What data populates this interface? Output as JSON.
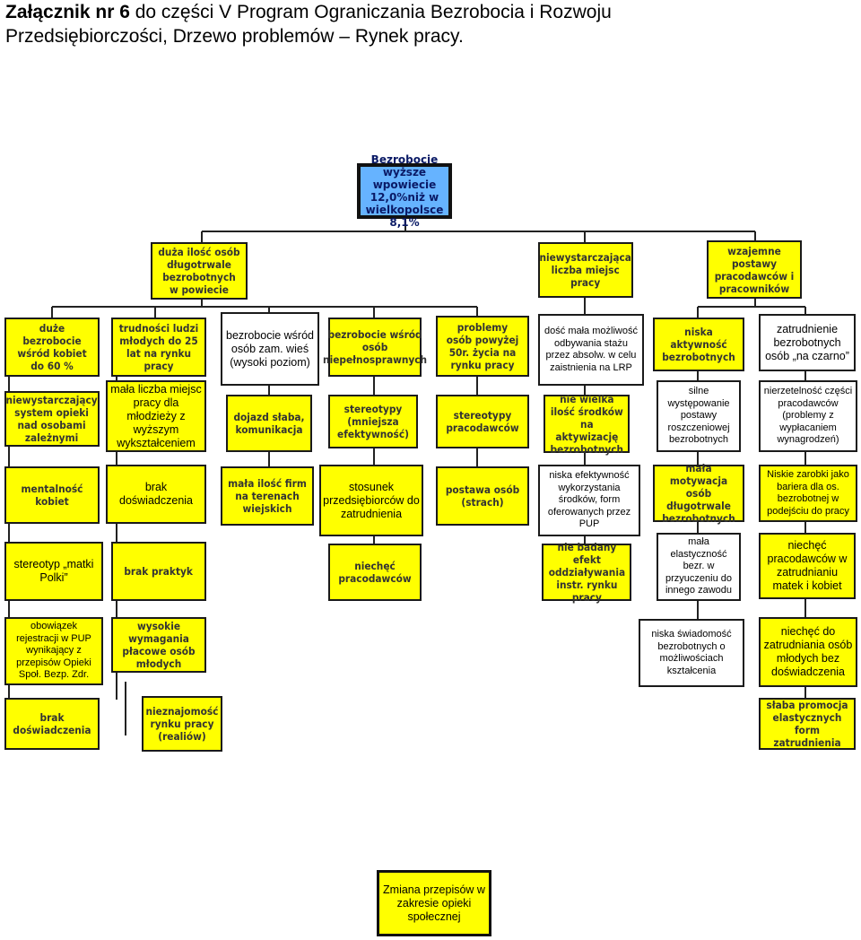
{
  "title": {
    "bold": "Załącznik nr 6",
    "line1_rest": " do części V Program Ograniczania Bezrobocia i Rozwoju",
    "line2": "Przedsiębiorczości, Drzewo problemów – Rynek pracy."
  },
  "root": "Bezrobocie wyższe wpowiecie 12,0%niż w wielkopolsce 8,1%",
  "level1": {
    "col_a": "duża ilość osób długotrwale bezrobotnych w powiecie",
    "col_b": "niewystarczająca liczba miejsc pracy",
    "col_c": "wzajemne postawy pracodawców i pracowników"
  },
  "boxes": {
    "c1r1": "duże bezrobocie wśród kobiet do 60 %",
    "c1r2": "niewystarczający system opieki nad osobami zależnymi",
    "c1r3": "mentalność kobiet",
    "c1r4": "stereotyp „matki Polki”",
    "c1r5": "obowiązek rejestracji w PUP wynikający z przepisów Opieki Społ. Bezp. Zdr.",
    "c1r6": "brak doświadczenia",
    "c2r1": "trudności ludzi młodych do 25 lat na rynku pracy",
    "c2r2": "mała liczba miejsc pracy dla młodzieży z wyższym wykształceniem",
    "c2r3": "brak doświadczenia",
    "c2r4": "brak praktyk",
    "c2r5": "wysokie wymagania płacowe osób młodych",
    "c2r6": "nieznajomość rynku pracy (realiów)",
    "c3r1": "bezrobocie wśród osób zam. wieś (wysoki poziom)",
    "c3r2": "dojazd słaba, komunikacja",
    "c3r3": "mała ilość firm na terenach wiejskich",
    "c4r1": "bezrobocie wśród osób niepełnosprawnych",
    "c4r2": "stereotypy (mniejsza efektywność)",
    "c4r3": "stosunek przedsiębiorców do zatrudnienia",
    "c4r4": "niechęć pracodawców",
    "c5r1": "problemy osób powyżej 50r. życia na rynku pracy",
    "c5r2": "stereotypy pracodawców",
    "c5r3": "postawa osób (strach)",
    "c6r1": "dość mała możliwość odbywania stażu przez absolw. w celu zaistnienia na LRP",
    "c6r2": "nie wielka ilość środków na aktywizację bezrobotnych",
    "c6r3": "niska efektywność wykorzystania środków, form oferowanych przez PUP",
    "c6r4": "nie badany efekt oddziaływania instr. rynku pracy",
    "c7r1": "niska aktywność bezrobotnych",
    "c7r2": "silne występowanie postawy roszczeniowej bezrobotnych",
    "c7r3": "mała motywacja osób długotrwale bezrobotnych",
    "c7r4": "mała elastyczność bezr. w przyuczeniu do innego zawodu",
    "c7r5": "niska świadomość bezrobotnych o możliwościach kształcenia",
    "c8r1": "zatrudnienie bezrobotnych osób „na czarno”",
    "c8r2": "nierzetelność części pracodawców (problemy z wypłacaniem wynagrodzeń)",
    "c8r3": "Niskie zarobki jako bariera dla os. bezrobotnej w podejściu do pracy",
    "c8r4": "niechęć pracodawców w zatrudnianiu matek i kobiet",
    "c8r5": "niechęć do zatrudniania osób młodych bez doświadczenia",
    "c8r6": "słaba promocja elastycznych form zatrudnienia"
  },
  "bottom": "Zmiana przepisów w zakresie opieki społecznej"
}
